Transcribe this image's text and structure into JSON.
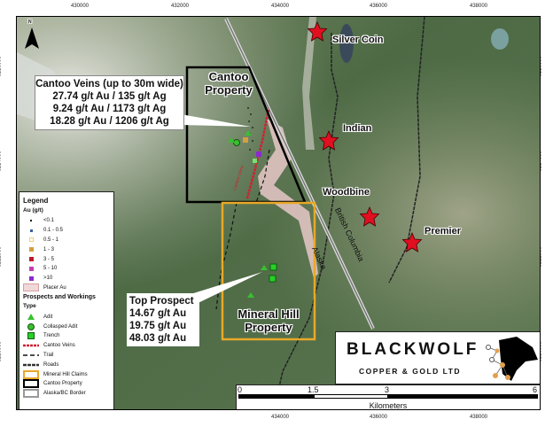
{
  "axes": {
    "x_ticks": [
      "430000",
      "432000",
      "434000",
      "436000",
      "438000"
    ],
    "y_ticks": [
      "6216000",
      "6214000",
      "6212000",
      "6210000"
    ]
  },
  "north_arrow": {
    "label": "N"
  },
  "prospects": [
    {
      "name": "Silver Coin"
    },
    {
      "name": "Indian"
    },
    {
      "name": "Woodbine"
    },
    {
      "name": "Premier"
    }
  ],
  "properties": {
    "cantoo": "Cantoo Property",
    "mineral_hill": "Mineral Hill Property"
  },
  "border_labels": {
    "bc": "British Columbia",
    "ak": "Alaska"
  },
  "vein_label": "Cantoo Veins",
  "callouts": {
    "cantoo": {
      "title": "Cantoo Veins (up to 30m wide)",
      "lines": [
        "27.74 g/t Au / 135 g/t Ag",
        "9.24 g/t Au / 1173 g/t Ag",
        "18.28 g/t Au / 1206 g/t Ag"
      ]
    },
    "top": {
      "title": "Top Prospect",
      "lines": [
        "14.67 g/t Au",
        "19.75 g/t Au",
        "48.03 g/t Au"
      ]
    }
  },
  "legend": {
    "title": "Legend",
    "au_title": "Au (g/t)",
    "au_classes": [
      {
        "label": "<0.1",
        "color": "#111111"
      },
      {
        "label": "0.1 - 0.5",
        "color": "#3a5fa0"
      },
      {
        "label": "0.5 - 1",
        "color": "#e8d27a"
      },
      {
        "label": "1 - 3",
        "color": "#d4a040"
      },
      {
        "label": "3 - 5",
        "color": "#c0182a"
      },
      {
        "label": "5 - 10",
        "color": "#c040b0"
      },
      {
        "label": ">10",
        "color": "#8a2ad0"
      }
    ],
    "placer": "Placer Au",
    "prospects_title": "Prospects and Workings",
    "type_title": "Type",
    "types": [
      "Adit",
      "Collasped Adit",
      "Trench"
    ],
    "lines": [
      "Cantoo Veins",
      "Trail",
      "Roads",
      "Mineral Hill Claims",
      "Cantoo Property",
      "Alaska/BC Border"
    ]
  },
  "logo": {
    "name": "BLACKWOLF",
    "sub": "COPPER & GOLD LTD"
  },
  "scale_bar": {
    "ticks": [
      "0",
      "1.5",
      "3",
      "6"
    ],
    "unit": "Kilometers"
  },
  "colors": {
    "star": "#e01020",
    "mineral_hill": "#e8a828",
    "cantoo": "#000000",
    "placer": "#e8c8c8",
    "vein": "#d02030"
  }
}
